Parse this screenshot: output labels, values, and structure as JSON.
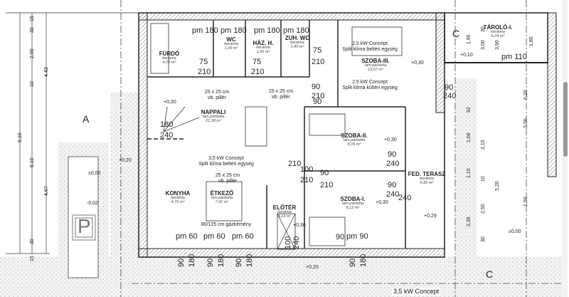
{
  "rooms": [
    {
      "name": "FÜRDŐ",
      "floor": "kerámia",
      "area": "4,78 m²"
    },
    {
      "name": "WC",
      "floor": "kerámia",
      "area": "1,26 m²"
    },
    {
      "name": "HÁZ. H.",
      "floor": "kerámia",
      "area": "1,66 m²"
    },
    {
      "name": "ZUH. WC",
      "floor": "kerámia",
      "area": "1,40 m²"
    },
    {
      "name": "SZOBA-III.",
      "floor": "lam.parketta",
      "area": "13,67 m²"
    },
    {
      "name": "NAPPALI",
      "floor": "lam.parketta",
      "area": "21,38 m²"
    },
    {
      "name": "SZOBA-II.",
      "floor": "lam.parketta",
      "area": "8,05 m²"
    },
    {
      "name": "FED. TERASZ",
      "floor": "kerámia",
      "area": "6,82 m²"
    },
    {
      "name": "KONYHA",
      "floor": "kerámia",
      "area": "4,79 m²"
    },
    {
      "name": "ÉTKEZŐ",
      "floor": "lam.parketta",
      "area": "7,41 m²"
    },
    {
      "name": "ELŐTÉR",
      "floor": "kerámia",
      "area": "3,13 m²"
    },
    {
      "name": "SZOBA-I.",
      "floor": "lam.parketta",
      "area": "8,12 m²"
    },
    {
      "name": "TÁROLÓ-I.",
      "floor": "kerámia",
      "area": "6,24 m²"
    }
  ],
  "notes": {
    "ac_indoor_25": "2,5 kW Concept\nSplit klíma beltéri egység",
    "ac_outdoor_25": "2,5 kW Concept\nSplit klíma kültéri egység",
    "ac_indoor_35": "3,5 kW Concept\nSplit klíma beltéri egység",
    "pillar_1": "25 x 25 cm\nvb. pillér",
    "pillar_2": "25 x 25 cm\nvb. pillér",
    "pillar_3": "25 x 25 cm\nvb. pillér",
    "chimney": "80/125 cm gázkémény",
    "ac_bottom": "3,5 kW Concept"
  },
  "windows": [
    "pm 180",
    "pm 180",
    "pm 180",
    "pm 180",
    "pm 60",
    "pm 60",
    "pm 60",
    "pm 90",
    "pm 110"
  ],
  "doors": [
    "75",
    "210",
    "75",
    "210",
    "75",
    "210",
    "90",
    "210",
    "90",
    "240",
    "90",
    "240",
    "90",
    "240",
    "100",
    "210",
    "90",
    "210",
    "90",
    "210",
    "180",
    "240",
    "90",
    "240"
  ],
  "levels": [
    "+0,30",
    "+0,30",
    "+0,30",
    "+0,30",
    "+0,29",
    "+0,30",
    "+0,20",
    "±0,00",
    "-0,02",
    "+0,10",
    "±0,00",
    "+0,20"
  ],
  "sections": [
    "A",
    "C",
    "C"
  ],
  "left_dims": [
    "15",
    "30",
    "2,00",
    "10",
    "4,43",
    "9,10",
    "6,10",
    "4,67",
    "30",
    "15"
  ],
  "right_dims": [
    "1,95",
    "3,00",
    "3,90",
    "1,80",
    "30",
    "6,20",
    "2,15",
    "1,66",
    "1,15",
    "5,20",
    "2,50",
    "2,39",
    "30",
    "1,90",
    "3,00",
    "92",
    "10"
  ],
  "bottom_dims": [
    "90",
    "180",
    "90",
    "180",
    "90",
    "180",
    "90",
    "180",
    "100",
    "240"
  ],
  "parking_symbol": "P"
}
